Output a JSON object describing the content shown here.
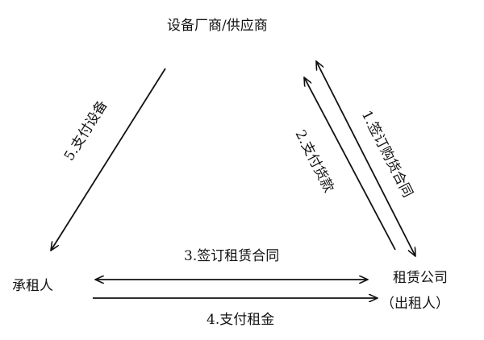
{
  "nodes": {
    "supplier": "设备厂商/供应商",
    "lessee": "承租人",
    "lessor_name": "租赁公司",
    "lessor_role": "（出租人）"
  },
  "edges": {
    "e1": "1.签订购货合同",
    "e2": "2.支付货款",
    "e3": "3.签订租赁合同",
    "e4": "4.支付租金",
    "e5": "5.支付设备"
  }
}
